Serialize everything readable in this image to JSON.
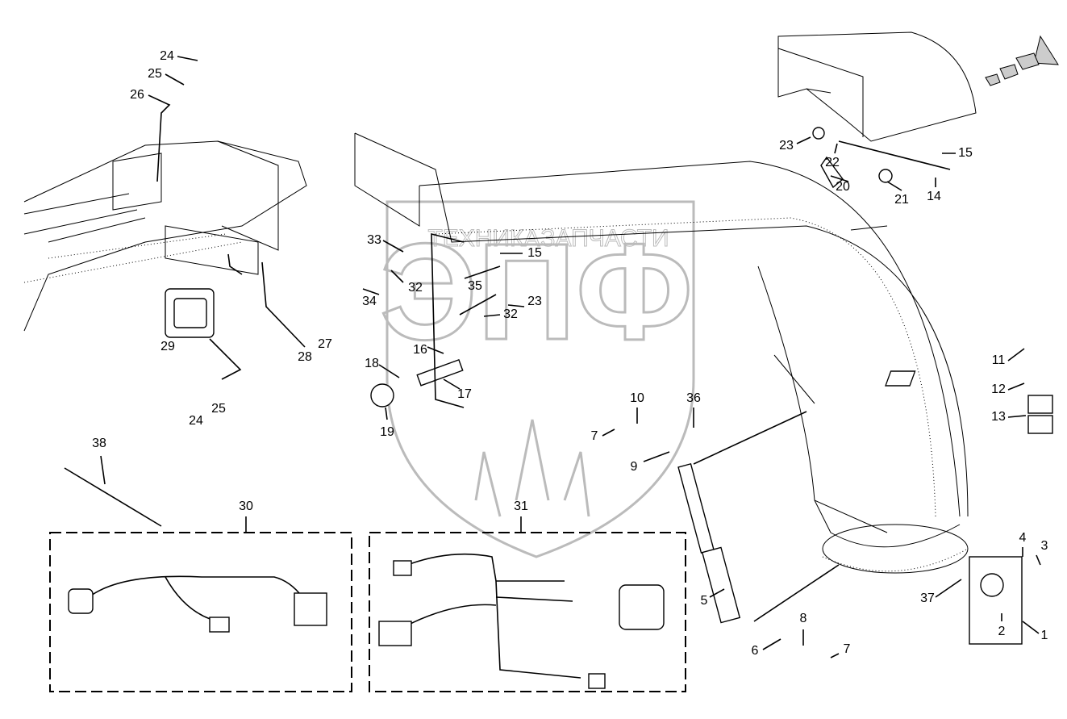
{
  "diagram": {
    "watermark": {
      "top_text": "ТЕХНИКА",
      "bottom_text": "ЗАПЧАСТИ",
      "logo_letters": "ЭПФ"
    },
    "direction_arrow_icon": "forward-arrow-icon",
    "labels": [
      "24",
      "25",
      "26",
      "29",
      "28",
      "27",
      "24",
      "25",
      "33",
      "15",
      "35",
      "32",
      "34",
      "32",
      "23",
      "16",
      "18",
      "17",
      "19",
      "38",
      "30",
      "31",
      "10",
      "36",
      "7",
      "9",
      "5",
      "6",
      "8",
      "7",
      "37",
      "4",
      "3",
      "2",
      "1",
      "11",
      "12",
      "13",
      "23",
      "22",
      "20",
      "21",
      "14",
      "15"
    ]
  }
}
